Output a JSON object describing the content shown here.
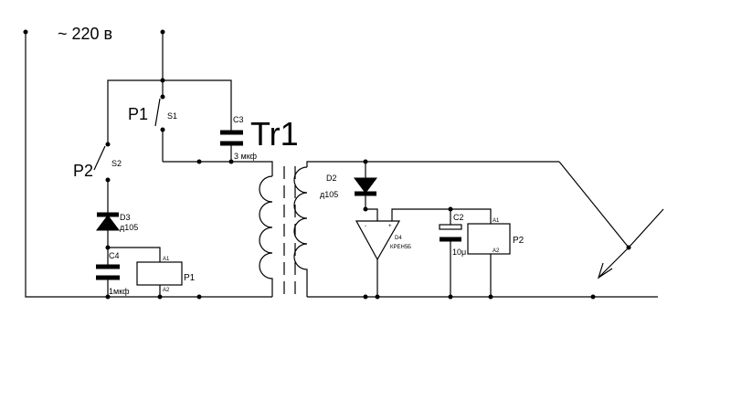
{
  "supply_label": "~ 220 в",
  "transformer_label": "Tr1",
  "components": {
    "p1_contact": {
      "ref": "P1",
      "name": "S1"
    },
    "p2_contact": {
      "ref": "P2",
      "name": "S2"
    },
    "c3": {
      "name": "C3",
      "value": "3 мкф"
    },
    "c4": {
      "name": "C4",
      "value": "1мкф"
    },
    "c2": {
      "name": "C2",
      "value": "10μ"
    },
    "d3": {
      "name": "D3",
      "type": "д105"
    },
    "d2": {
      "name": "D2",
      "type": "д105"
    },
    "d4": {
      "name": "D4",
      "type": "КРЕН5Б"
    },
    "relay_p1": {
      "name": "P1",
      "pin_a1": "A1",
      "pin_a2": "A2"
    },
    "relay_p2": {
      "name": "P2",
      "pin_a1": "A1",
      "pin_a2": "A2"
    }
  }
}
